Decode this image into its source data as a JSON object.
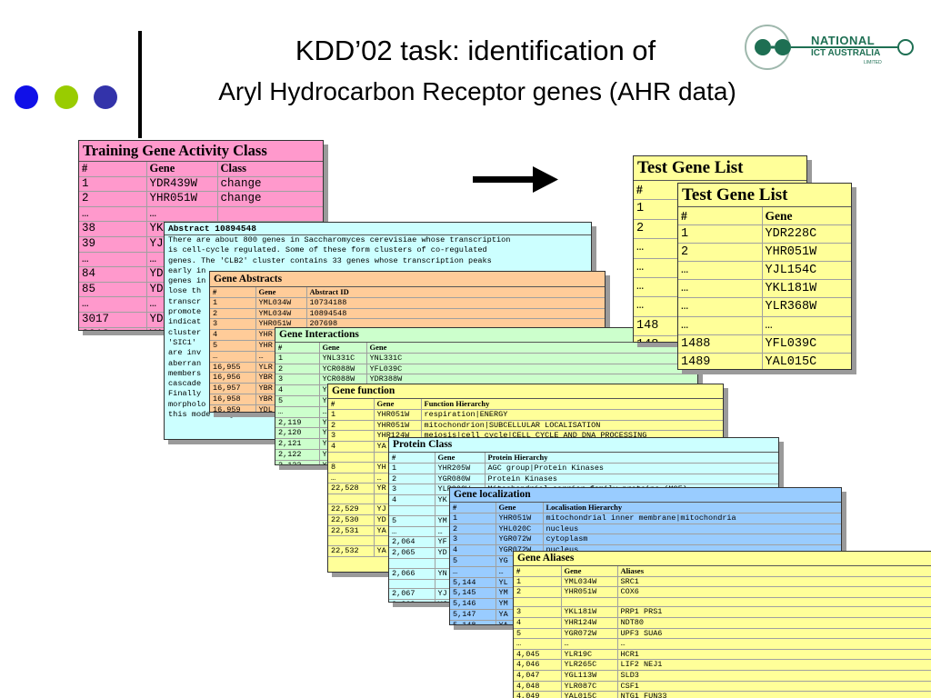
{
  "colors": {
    "dot_blue": "#1010e8",
    "dot_green": "#99cc00",
    "dot_navy": "#3333aa",
    "pink": "#ff99cc",
    "cyan": "#ccffff",
    "orange": "#ffcc99",
    "green": "#ccffcc",
    "yellow": "#ffff99",
    "blue": "#99ccff",
    "logo_green": "#1e6f53"
  },
  "title": {
    "line1": "KDD’02 task: identification of",
    "line2": "Aryl Hydrocarbon Receptor genes (AHR data)"
  },
  "logo": {
    "line1": "NATIONAL",
    "line2": "ICT AUSTRALIA",
    "line3": "LIMITED"
  },
  "training": {
    "title": "Training Gene Activity Class",
    "headers": [
      "#",
      "Gene",
      "Class"
    ],
    "rows": [
      [
        "1",
        "YDR439W",
        "change"
      ],
      [
        "2",
        "YHR051W",
        "change"
      ],
      [
        "…",
        "…",
        ""
      ],
      [
        "38",
        "YK",
        ""
      ],
      [
        "39",
        "YJ",
        ""
      ],
      [
        "…",
        "…",
        ""
      ],
      [
        "84",
        "YD",
        ""
      ],
      [
        "85",
        "YD",
        ""
      ],
      [
        "…",
        "…",
        ""
      ],
      [
        "3017",
        "YD",
        ""
      ],
      [
        "3018",
        "YA",
        ""
      ]
    ]
  },
  "abstract": {
    "title": "Abstract 10894548",
    "lines": [
      "There are about 800 genes in Saccharomyces cerevisiae whose transcription",
      "is cell-cycle regulated. Some of these form clusters of co-regulated",
      "genes. The 'CLB2' cluster contains 33 genes whose transcription peaks",
      "early in",
      "genes in",
      "lose th",
      "transcr",
      "promote",
      "indicat",
      "cluster",
      "'SIC1'",
      "are inv",
      "aberran",
      "members",
      "cascade",
      "Finally",
      "morpholo",
      "this mode of growth"
    ]
  },
  "abstracts_table": {
    "title": "Gene Abstracts",
    "headers": [
      "#",
      "Gene",
      "Abstract ID"
    ],
    "rows": [
      [
        "1",
        "YML034W",
        "10734188"
      ],
      [
        "2",
        "YML034W",
        "10894548"
      ],
      [
        "3",
        "YHR051W",
        "207698"
      ],
      [
        "4",
        "YHR",
        ""
      ],
      [
        "5",
        "YHR",
        ""
      ],
      [
        "…",
        "…",
        ""
      ],
      [
        "16,955",
        "YLR",
        ""
      ],
      [
        "16,956",
        "YBR",
        ""
      ],
      [
        "16,957",
        "YBR",
        ""
      ],
      [
        "16,958",
        "YBR",
        ""
      ],
      [
        "16,959",
        "YDL",
        ""
      ]
    ]
  },
  "interactions": {
    "title": "Gene Interactions",
    "headers": [
      "#",
      "Gene",
      "Gene"
    ],
    "rows": [
      [
        "1",
        "YNL331C",
        "YNL331C"
      ],
      [
        "2",
        "YCR088W",
        "YFL039C"
      ],
      [
        "3",
        "YCR088W",
        "YDR388W"
      ],
      [
        "4",
        "Y",
        ""
      ],
      [
        "5",
        "Y",
        ""
      ],
      [
        "…",
        "…",
        ""
      ],
      [
        "2,119",
        "Y",
        ""
      ],
      [
        "2,120",
        "Y",
        ""
      ],
      [
        "2,121",
        "Y",
        ""
      ],
      [
        "2,122",
        "Y",
        ""
      ],
      [
        "2,123",
        "Y",
        ""
      ]
    ]
  },
  "function": {
    "title": "Gene function",
    "headers": [
      "#",
      "Gene",
      "Function Hierarchy"
    ],
    "rows": [
      [
        "1",
        "YHR051W",
        "respiration|ENERGY"
      ],
      [
        "2",
        "YHR051W",
        "mitochondrion|SUBCELLULAR LOCALISATION"
      ],
      [
        "3",
        "YHR124W",
        "meiosis|cell cycle|CELL CYCLE AND DNA PROCESSING"
      ],
      [
        "4",
        "YA",
        ""
      ],
      [
        "",
        "",
        ""
      ],
      [
        "8",
        "YH",
        ""
      ],
      [
        "…",
        "…",
        ""
      ],
      [
        "22,528",
        "YR",
        ""
      ],
      [
        "",
        "",
        ""
      ],
      [
        "22,529",
        "YJ -A",
        ""
      ],
      [
        "22,530",
        "YD",
        ""
      ],
      [
        "22,531",
        "YA",
        ""
      ],
      [
        "",
        "",
        ""
      ],
      [
        "22,532",
        "YA",
        ""
      ]
    ]
  },
  "protein": {
    "title": "Protein Class",
    "headers": [
      "#",
      "Gene",
      "Protein Hierarchy"
    ],
    "rows": [
      [
        "1",
        "YHR205W",
        "AGC group|Protein Kinases"
      ],
      [
        "2",
        "YGR080W",
        "Protein Kinases"
      ],
      [
        "3",
        "YLR200W",
        "Mitochondrial carrier family proteins (MCF)"
      ],
      [
        "4",
        "YK",
        ""
      ],
      [
        "",
        "",
        ""
      ],
      [
        "5",
        "YM",
        ""
      ],
      [
        "…",
        "…",
        ""
      ],
      [
        "2,064",
        "YF",
        ""
      ],
      [
        "2,065",
        "YD",
        ""
      ],
      [
        "",
        "",
        ""
      ],
      [
        "2,066",
        "YN",
        ""
      ],
      [
        "",
        "",
        ""
      ],
      [
        "2,067",
        "YJ",
        ""
      ],
      [
        "2,068",
        "YJ",
        ""
      ]
    ]
  },
  "localization": {
    "title": "Gene localization",
    "headers": [
      "#",
      "Gene",
      "Localisation Hierarchy"
    ],
    "rows": [
      [
        "1",
        "YHR051W",
        "mitochondrial inner membrane|mitochondria"
      ],
      [
        "2",
        "YHL020C",
        "nucleus"
      ],
      [
        "3",
        "YGR072W",
        "cytoplasm"
      ],
      [
        "4",
        "YGR072W",
        "nucleus"
      ],
      [
        "5",
        "YG",
        ""
      ],
      [
        "…",
        "…",
        ""
      ],
      [
        "5,144",
        "YL",
        ""
      ],
      [
        "5,145",
        "YM",
        ""
      ],
      [
        "5,146",
        "YM",
        ""
      ],
      [
        "5,147",
        "YA",
        ""
      ],
      [
        "5,148",
        "YA",
        ""
      ]
    ]
  },
  "aliases": {
    "title": "Gene Aliases",
    "headers": [
      "#",
      "Gene",
      "Aliases"
    ],
    "rows": [
      [
        "1",
        "YML034W",
        "SRC1"
      ],
      [
        "2",
        "YHR051W",
        "COX6"
      ],
      [
        "",
        "",
        ""
      ],
      [
        "3",
        "YKL181W",
        "PRP1  PRS1"
      ],
      [
        "4",
        "YHR124W",
        "NDT80"
      ],
      [
        "5",
        "YGR072W",
        "UPF3  SUA6"
      ],
      [
        "…",
        "…",
        "…"
      ],
      [
        "4,045",
        "YLR19C",
        "HCR1"
      ],
      [
        "4,046",
        "YLR265C",
        "LIF2  NEJ1"
      ],
      [
        "4,047",
        "YGL113W",
        "SLD3"
      ],
      [
        "4,048",
        "YLR087C",
        "CSF1"
      ],
      [
        "4,049",
        "YAL015C",
        "NTG1  FUN33"
      ]
    ]
  },
  "test_back": {
    "title": "Test Gene List",
    "headers": [
      "#"
    ],
    "rows": [
      [
        "1"
      ],
      [
        "2"
      ],
      [
        "…"
      ],
      [
        "…"
      ],
      [
        "…"
      ],
      [
        "…"
      ],
      [
        "148"
      ],
      [
        "148"
      ]
    ]
  },
  "test_front": {
    "title": "Test Gene List",
    "headers": [
      "#",
      "Gene"
    ],
    "rows": [
      [
        "1",
        "YDR228C"
      ],
      [
        "2",
        "YHR051W"
      ],
      [
        "…",
        "YJL154C"
      ],
      [
        "…",
        "YKL181W"
      ],
      [
        "…",
        "YLR368W"
      ],
      [
        "…",
        "…"
      ],
      [
        "1488",
        "YFL039C"
      ],
      [
        "1489",
        "YAL015C"
      ]
    ]
  }
}
